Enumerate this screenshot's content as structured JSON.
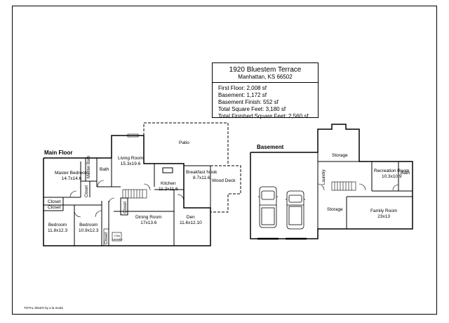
{
  "info": {
    "title": "1920 Bluestem Terrace",
    "subtitle": "Manhattan, KS 66502",
    "lines": [
      "First Floor: 2,008 sf",
      "Basement: 1,172 sf",
      "Basement Finish: 552 sf",
      "Total Square Feet: 3,180 sf",
      "Total Finished Square Feet: 2,560 sf"
    ]
  },
  "main_floor": {
    "heading": "Main Floor",
    "rooms": {
      "patio": "Patio",
      "living_name": "Living Room",
      "living_dim": "15.3x19.6",
      "bath": "Bath",
      "master_bath": "Master Bath",
      "master_name": "Master Bedroom",
      "master_dim": "14.7x14.6",
      "kitchen_name": "Kitchen",
      "kitchen_dim": "11.2x11.6",
      "nook_name": "Breakfast Nook",
      "nook_dim": "8.7x11.6",
      "wood_deck": "Wood Deck",
      "closet_master": "Closet",
      "closet_a": "Closet",
      "closet_b": "Closet",
      "closet_hall": "Closet",
      "closet_lower": "Closet",
      "bed1_name": "Bedroom",
      "bed1_dim": "11.8x12.3",
      "bed2_name": "Bedroom",
      "bed2_dim": "10.9x12.3",
      "dining_name": "Dining Room",
      "dining_dim": "17x13.6",
      "den_name": "Den",
      "den_dim": "11.6x12.10",
      "laundry_chute": "Clos Laundry"
    }
  },
  "basement": {
    "heading": "Basement",
    "rooms": {
      "storage_top": "Storage",
      "laundry": "Laundry",
      "rec_name": "Recreation Room",
      "rec_dim": "10.3x10.9",
      "bath": "Bath",
      "storage_bottom": "Storage",
      "family_name": "Family Room",
      "family_dim": "23x13"
    }
  },
  "footer": "TOTAL Sketch by a la mode"
}
